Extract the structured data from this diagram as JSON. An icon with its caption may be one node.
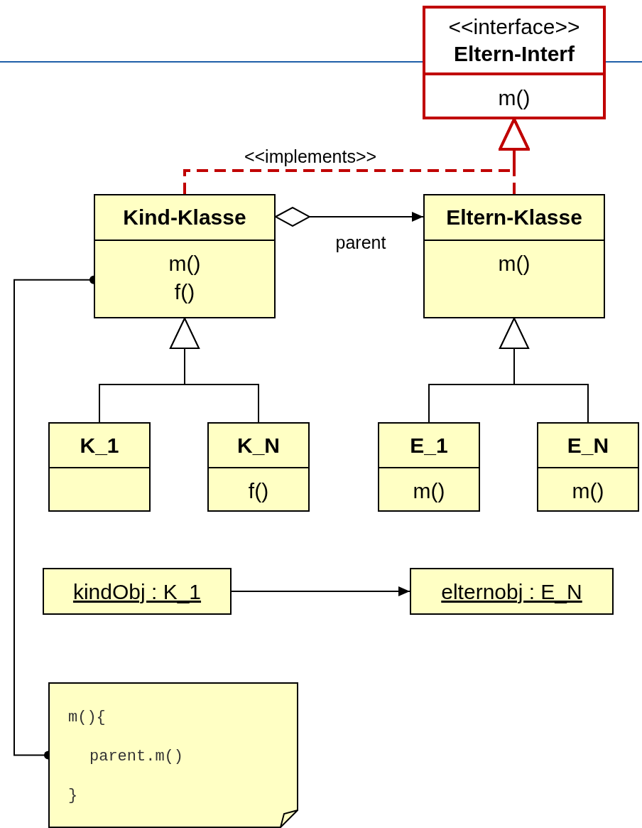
{
  "diagram": {
    "nodes": [
      {
        "text": [
          "<<interface>>",
          "Eltern-Interf",
          "m()"
        ]
      },
      {
        "text": [
          "Kind-Klasse",
          "m()",
          "f()"
        ]
      },
      {
        "text": [
          "Eltern-Klasse",
          "m()"
        ]
      },
      {
        "text": [
          "K_1"
        ]
      },
      {
        "text": [
          "K_N",
          "f()"
        ]
      },
      {
        "text": [
          "E_1",
          "m()"
        ]
      },
      {
        "text": [
          "E_N",
          "m()"
        ]
      },
      {
        "text": [
          "kindObj : K_1"
        ]
      },
      {
        "text": [
          "elternobj : E_N"
        ]
      },
      {
        "text": [
          "m(){",
          "parent.m()",
          "}"
        ]
      }
    ],
    "edges": [
      {
        "from": 1,
        "to": 0,
        "arrow": "to",
        "label": "<<implements>>",
        "style": "dashed",
        "color": "#c00000"
      },
      {
        "from": 2,
        "to": 0,
        "arrow": "to",
        "style": "dashed",
        "color": "#c00000"
      },
      {
        "from": 1,
        "to": 2,
        "arrow": "to",
        "label": "parent"
      },
      {
        "from": 3,
        "to": 1,
        "arrow": "to"
      },
      {
        "from": 4,
        "to": 1,
        "arrow": "to"
      },
      {
        "from": 5,
        "to": 2,
        "arrow": "to"
      },
      {
        "from": 6,
        "to": 2,
        "arrow": "to"
      },
      {
        "from": 7,
        "to": 8,
        "arrow": "to"
      },
      {
        "from": 1,
        "to": 9,
        "arrow": "other"
      }
    ]
  }
}
